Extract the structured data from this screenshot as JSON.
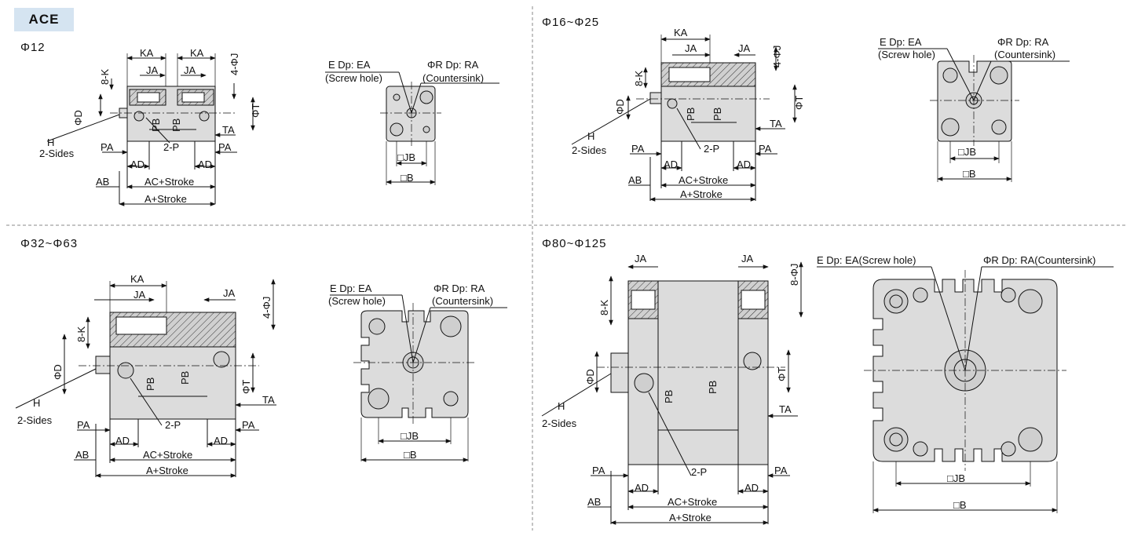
{
  "header": {
    "badge": "ACE"
  },
  "sections": [
    {
      "title": "Φ12",
      "side_labels": {
        "ka": "KA",
        "ka2": "KA",
        "ja": "JA",
        "ja2": "JA",
        "k": "8-K",
        "j": "4-ΦJ",
        "d": "ΦD",
        "t": "ΦT",
        "h": "H",
        "sides": "2-Sides",
        "pb": "PB",
        "pb2": "PB",
        "ta": "TA",
        "p": "2-P",
        "pa": "PA",
        "pa2": "PA",
        "ad": "AD",
        "ad2": "AD",
        "ab": "AB",
        "ac": "AC+Stroke",
        "a": "A+Stroke"
      },
      "front_labels": {
        "e": "E Dp: EA",
        "e2": "(Screw hole)",
        "r": "ΦR Dp: RA",
        "r2": "(Countersink)",
        "jb": "□JB",
        "b": "□B"
      }
    },
    {
      "title": "Φ16~Φ25",
      "side_labels": {
        "ka": "KA",
        "ja": "JA",
        "ja2": "JA",
        "k": "8-K",
        "j": "4-ΦJ",
        "d": "ΦD",
        "t": "ΦT",
        "h": "H",
        "sides": "2-Sides",
        "pb": "PB",
        "pb2": "PB",
        "ta": "TA",
        "p": "2-P",
        "pa": "PA",
        "pa2": "PA",
        "ad": "AD",
        "ad2": "AD",
        "ab": "AB",
        "ac": "AC+Stroke",
        "a": "A+Stroke"
      },
      "front_labels": {
        "e": "E Dp: EA",
        "e2": "(Screw hole)",
        "r": "ΦR Dp: RA",
        "r2": "(Countersink)",
        "jb": "□JB",
        "b": "□B"
      }
    },
    {
      "title": "Φ32~Φ63",
      "side_labels": {
        "ka": "KA",
        "ja": "JA",
        "ja2": "JA",
        "k": "8-K",
        "j": "4-ΦJ",
        "d": "ΦD",
        "t": "ΦT",
        "h": "H",
        "sides": "2-Sides",
        "pb": "PB",
        "pb2": "PB",
        "ta": "TA",
        "p": "2-P",
        "pa": "PA",
        "pa2": "PA",
        "ad": "AD",
        "ad2": "AD",
        "ab": "AB",
        "ac": "AC+Stroke",
        "a": "A+Stroke"
      },
      "front_labels": {
        "e": "E Dp: EA",
        "e2": "(Screw hole)",
        "r": "ΦR Dp: RA",
        "r2": "(Countersink)",
        "jb": "□JB",
        "b": "□B"
      }
    },
    {
      "title": "Φ80~Φ125",
      "side_labels": {
        "ja": "JA",
        "ja2": "JA",
        "k": "8-K",
        "j": "8-ΦJ",
        "d": "ΦD",
        "t": "ΦT",
        "h": "H",
        "sides": "2-Sides",
        "pb": "PB",
        "pb2": "PB",
        "ta": "TA",
        "p": "2-P",
        "pa": "PA",
        "pa2": "PA",
        "ad": "AD",
        "ad2": "AD",
        "ab": "AB",
        "ac": "AC+Stroke",
        "a": "A+Stroke"
      },
      "front_labels": {
        "e": "E Dp: EA(Screw hole)",
        "r": "ΦR Dp: RA(Countersink)",
        "jb": "□JB",
        "b": "□B"
      }
    }
  ]
}
